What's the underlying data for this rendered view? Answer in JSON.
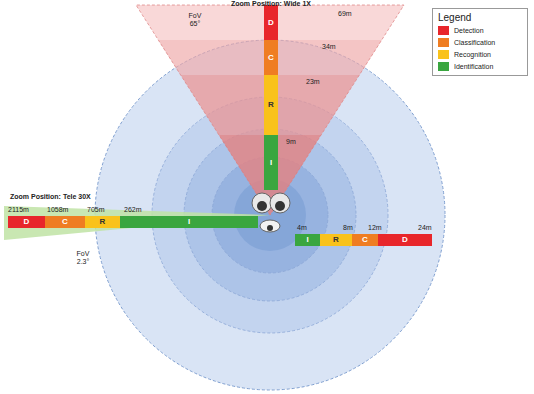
{
  "diagram": {
    "nodes": [
      {
        "text": [
          "D"
        ]
      },
      {
        "text": [
          "C"
        ]
      },
      {
        "text": [
          "R"
        ]
      },
      {
        "text": [
          "I"
        ]
      },
      {
        "text": [
          "D"
        ]
      },
      {
        "text": [
          "C"
        ]
      },
      {
        "text": [
          "R"
        ]
      },
      {
        "text": [
          "I"
        ]
      },
      {
        "text": [
          "I"
        ]
      },
      {
        "text": [
          "R"
        ]
      },
      {
        "text": [
          "C"
        ]
      },
      {
        "text": [
          "D"
        ]
      }
    ],
    "labels": [
      "Zoom Position: Wide 1X",
      "FoV 65°",
      "69m",
      "34m",
      "23m",
      "9m",
      "Zoom Position: Tele 30X",
      "2115m",
      "1058m",
      "705m",
      "262m",
      "FoV 2.3°",
      "4m",
      "8m",
      "12m",
      "24m",
      "Legend"
    ],
    "legend": [
      {
        "text": "Detection",
        "color": "#e8262b"
      },
      {
        "text": "Classification",
        "color": "#ef7d22"
      },
      {
        "text": "Recognition",
        "color": "#f9c21b"
      },
      {
        "text": "Identification",
        "color": "#3aa63f"
      }
    ]
  }
}
